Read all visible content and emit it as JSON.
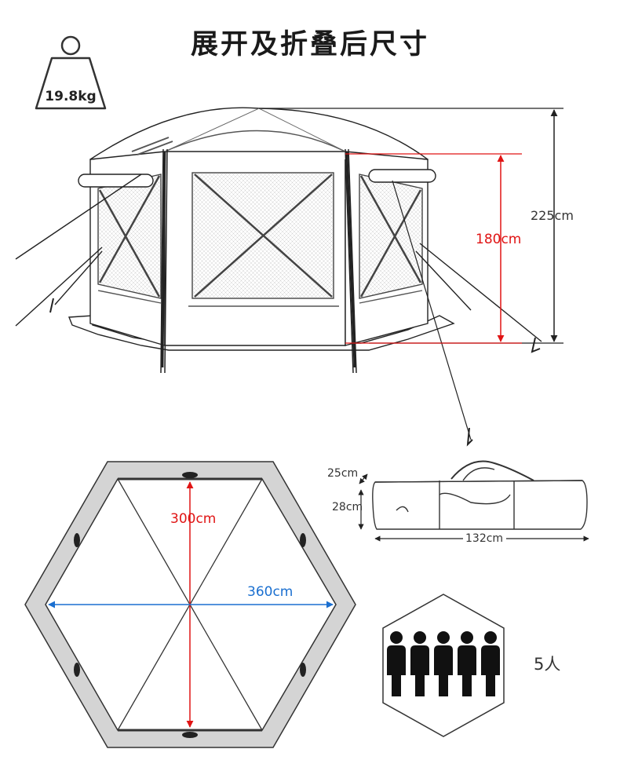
{
  "title": "展开及折叠后尺寸",
  "weight": {
    "value": "19.8kg",
    "icon": "weight-icon"
  },
  "tent": {
    "total_height": "225cm",
    "door_height": "180cm"
  },
  "floor": {
    "depth": "300cm",
    "width": "360cm"
  },
  "packed": {
    "width": "25cm",
    "height": "28cm",
    "length": "132cm"
  },
  "capacity": {
    "label": "5人",
    "people_count": 5,
    "icon": "person-icon"
  },
  "colors": {
    "red": "#e01414",
    "blue": "#1a6fd0",
    "floor_gray": "#d4d4d4"
  }
}
